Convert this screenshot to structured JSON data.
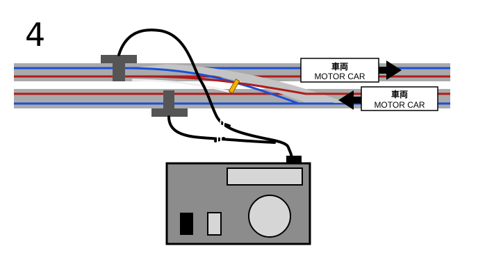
{
  "step_number": "4",
  "labels": {
    "upper_car_line1": "車両",
    "upper_car_line2": "MOTOR CAR",
    "lower_car_line1": "車両",
    "lower_car_line2": "MOTOR CAR"
  },
  "colors": {
    "rail_bed": "#aaaaaa",
    "rail_blue": "#1a4fd8",
    "rail_red": "#b01c1c",
    "feeder": "#555555",
    "controller_body": "#8c8c8c",
    "controller_panel": "#d6d6d6",
    "wire": "#000000",
    "insulator": "#f2b400"
  },
  "icons": [
    "track-diagram",
    "controller-icon",
    "feeder-icon",
    "arrow-right-icon",
    "arrow-left-icon",
    "wire-icon"
  ]
}
